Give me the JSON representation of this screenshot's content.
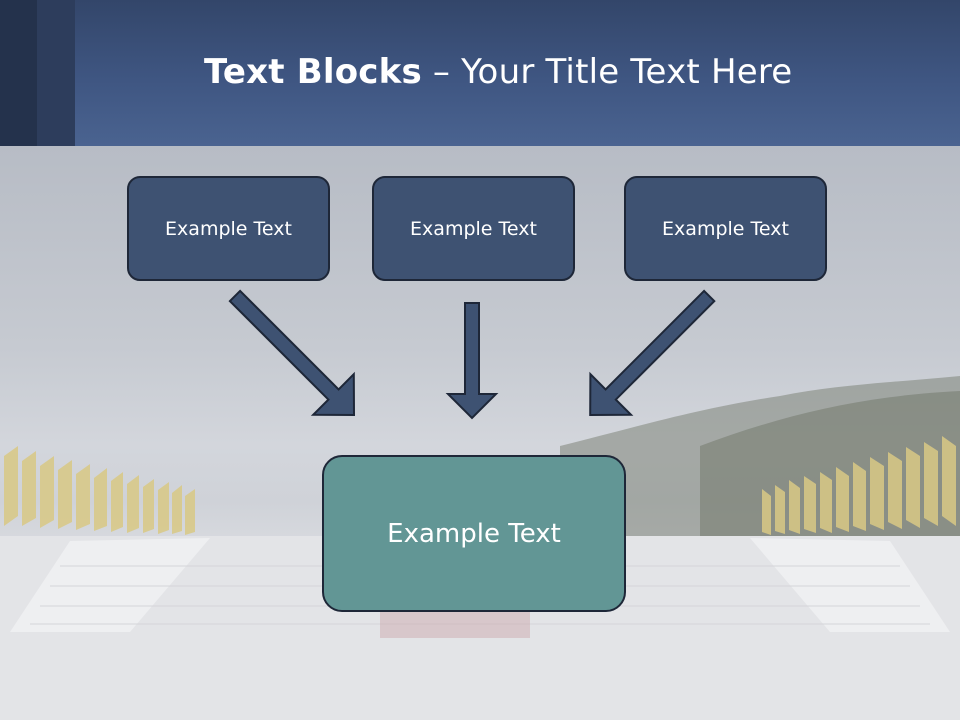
{
  "slide": {
    "title_bold": "Text Blocks",
    "title_dash": " – ",
    "title_rest": "Your Title Text Here",
    "blocks": [
      {
        "label": "Example Text"
      },
      {
        "label": "Example Text"
      },
      {
        "label": "Example Text"
      }
    ],
    "target_block": {
      "label": "Example Text"
    }
  },
  "colors": {
    "header": "#3f5682",
    "block_fill": "#3e5272",
    "target_fill": "#629695",
    "arrow_fill": "#3e5272"
  }
}
